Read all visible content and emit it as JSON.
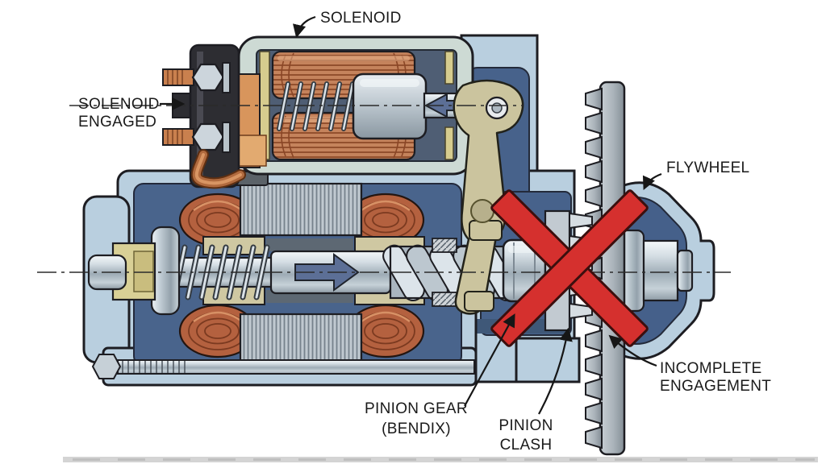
{
  "figure": {
    "background": "#ffffff",
    "kind": "cutaway-illustration"
  },
  "labels": {
    "solenoid": {
      "text": "SOLENOID"
    },
    "solenoid_engaged": {
      "line1": "SOLENOID",
      "line2": "ENGAGED"
    },
    "flywheel": {
      "text": "FLYWHEEL"
    },
    "pinion_gear": {
      "line1": "PINION GEAR",
      "line2": "(BENDIX)"
    },
    "pinion_clash": {
      "line1": "PINION",
      "line2": "CLASH"
    },
    "incomplete_engagement": {
      "line1": "INCOMPLETE",
      "line2": "ENGAGEMENT"
    }
  },
  "marker": {
    "shape": "X",
    "color": "#d5302e"
  },
  "colors": {
    "outline": "#1d1d22",
    "housing_blue": "#b9cfdf",
    "interior_blue": "#49648c",
    "solenoid_case": "#cddad4",
    "solenoid_interior": "#4f5e74",
    "copper_winding": "#c5835c",
    "field_coil": "#b4613f",
    "steel_light": "#eef3f6",
    "steel_dark": "#8e9ba5",
    "lever_khaki": "#cbc49e",
    "error_red": "#d5302e",
    "label_text": "#1a1a1a"
  }
}
